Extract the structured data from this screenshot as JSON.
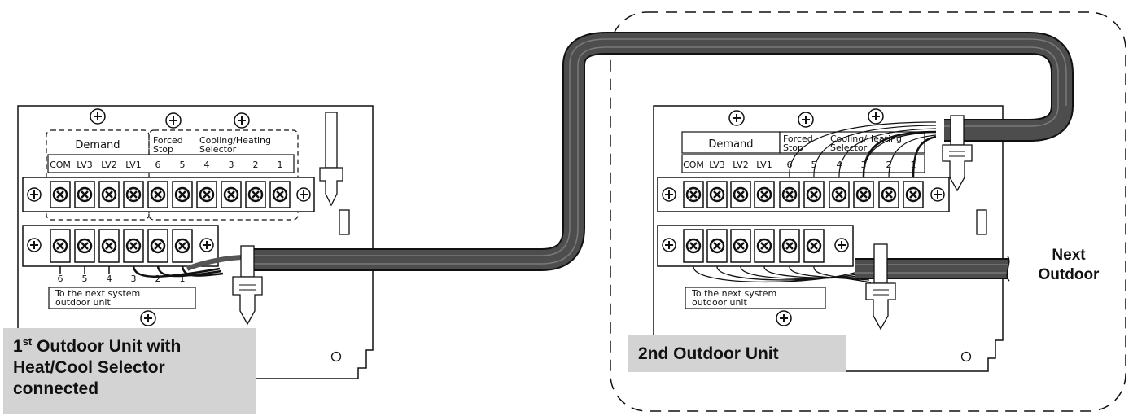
{
  "unit1": {
    "demand_label": "Demand",
    "forced_stop_label_1": "Forced",
    "forced_stop_label_2": "Stop",
    "selector_label_1": "Cooling/Heating",
    "selector_label_2": "Selector",
    "top_terminals": [
      "COM",
      "LV3",
      "LV2",
      "LV1",
      "6",
      "5",
      "4",
      "3",
      "2",
      "1"
    ],
    "bottom_terminals": [
      "6",
      "5",
      "4",
      "3",
      "2",
      "1"
    ],
    "next_system_line1": "To the next system",
    "next_system_line2": "outdoor unit"
  },
  "unit2": {
    "demand_label": "Demand",
    "forced_stop_label_1": "Forced",
    "forced_stop_label_2": "Stop",
    "selector_label_1": "Cooling/Heating",
    "selector_label_2": "Selector",
    "top_terminals": [
      "COM",
      "LV3",
      "LV2",
      "LV1",
      "6",
      "5",
      "4",
      "3",
      "2",
      "1"
    ],
    "next_system_line1": "To the next system",
    "next_system_line2": "outdoor unit"
  },
  "callouts": {
    "unit1_line1_main": "1",
    "unit1_line1_sup": "st",
    "unit1_line1_rest": " Outdoor Unit with",
    "unit1_line2": "Heat/Cool Selector",
    "unit1_line3": "connected",
    "unit2_label": "2nd Outdoor Unit",
    "next_line1": "Next",
    "next_line2": "Outdoor"
  },
  "colors": {
    "callout_bg": "#d3d3d3",
    "cable": "#4d4d4d",
    "line": "#111111"
  }
}
